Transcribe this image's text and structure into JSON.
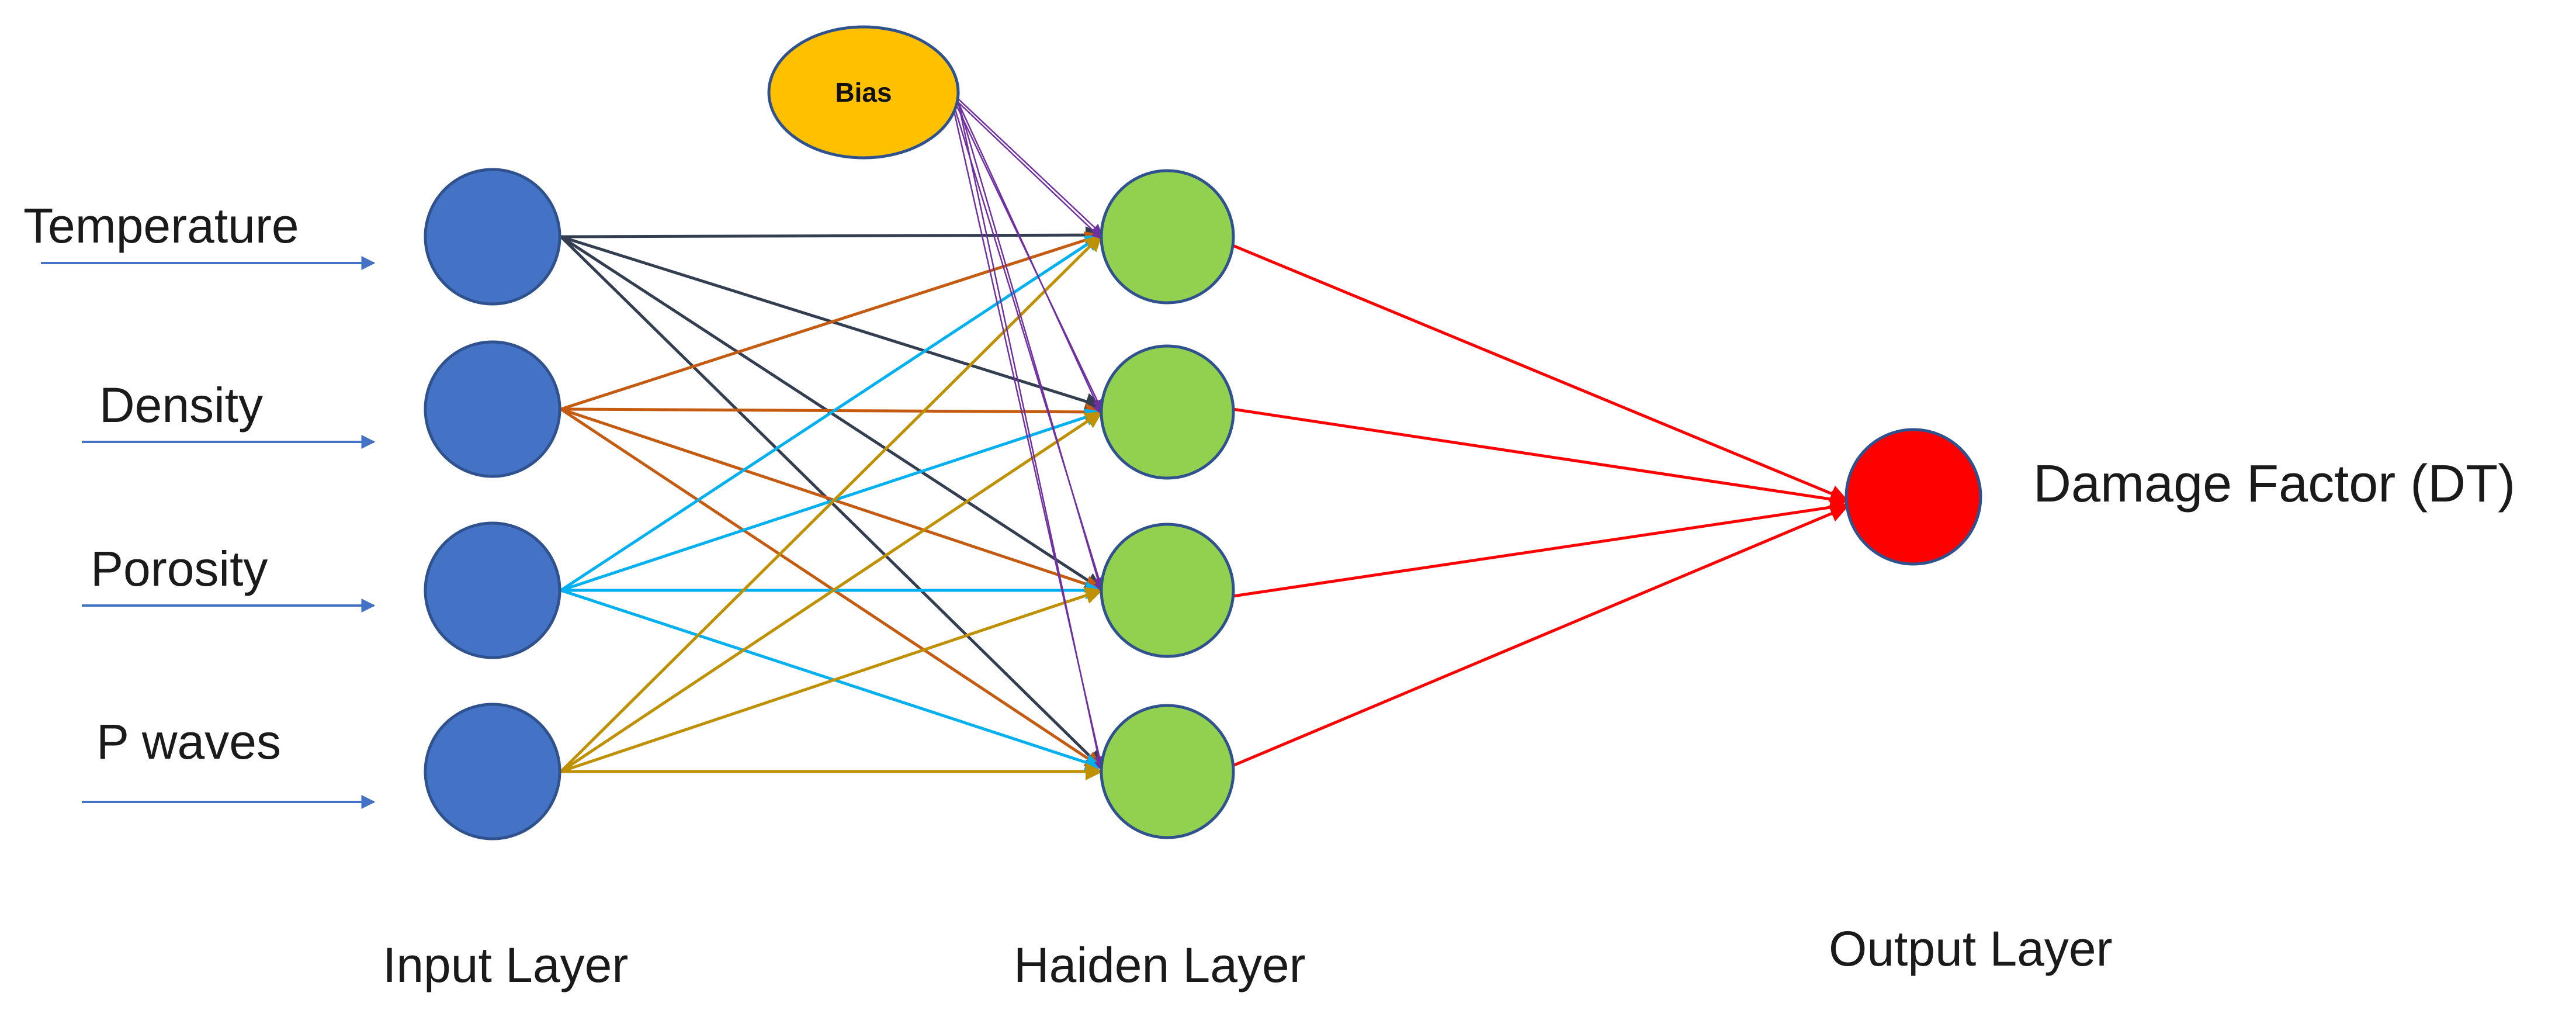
{
  "inputs": [
    {
      "label": "Temperature"
    },
    {
      "label": "Density"
    },
    {
      "label": "Porosity"
    },
    {
      "label": "P waves"
    }
  ],
  "bias": {
    "label": "Bias"
  },
  "output": {
    "label": "Damage Factor (DT)"
  },
  "layers": {
    "input": "Input Layer",
    "hidden": "Haiden Layer",
    "output": "Output Layer"
  },
  "colors": {
    "input_node": "#4472C4",
    "input_node_stroke": "#2F528F",
    "hidden_node": "#92D050",
    "hidden_node_stroke": "#2F528F",
    "output_node": "#FF0000",
    "output_node_stroke": "#2F528F",
    "bias_node": "#FFC000",
    "bias_node_stroke": "#2F528F",
    "input_arrow": "#4472C4",
    "from_temperature": "#333F50",
    "from_density": "#C55A11",
    "from_porosity": "#00B0F0",
    "from_p_waves": "#BF9000",
    "from_bias": "#7030A0",
    "to_output": "#FF0000"
  }
}
